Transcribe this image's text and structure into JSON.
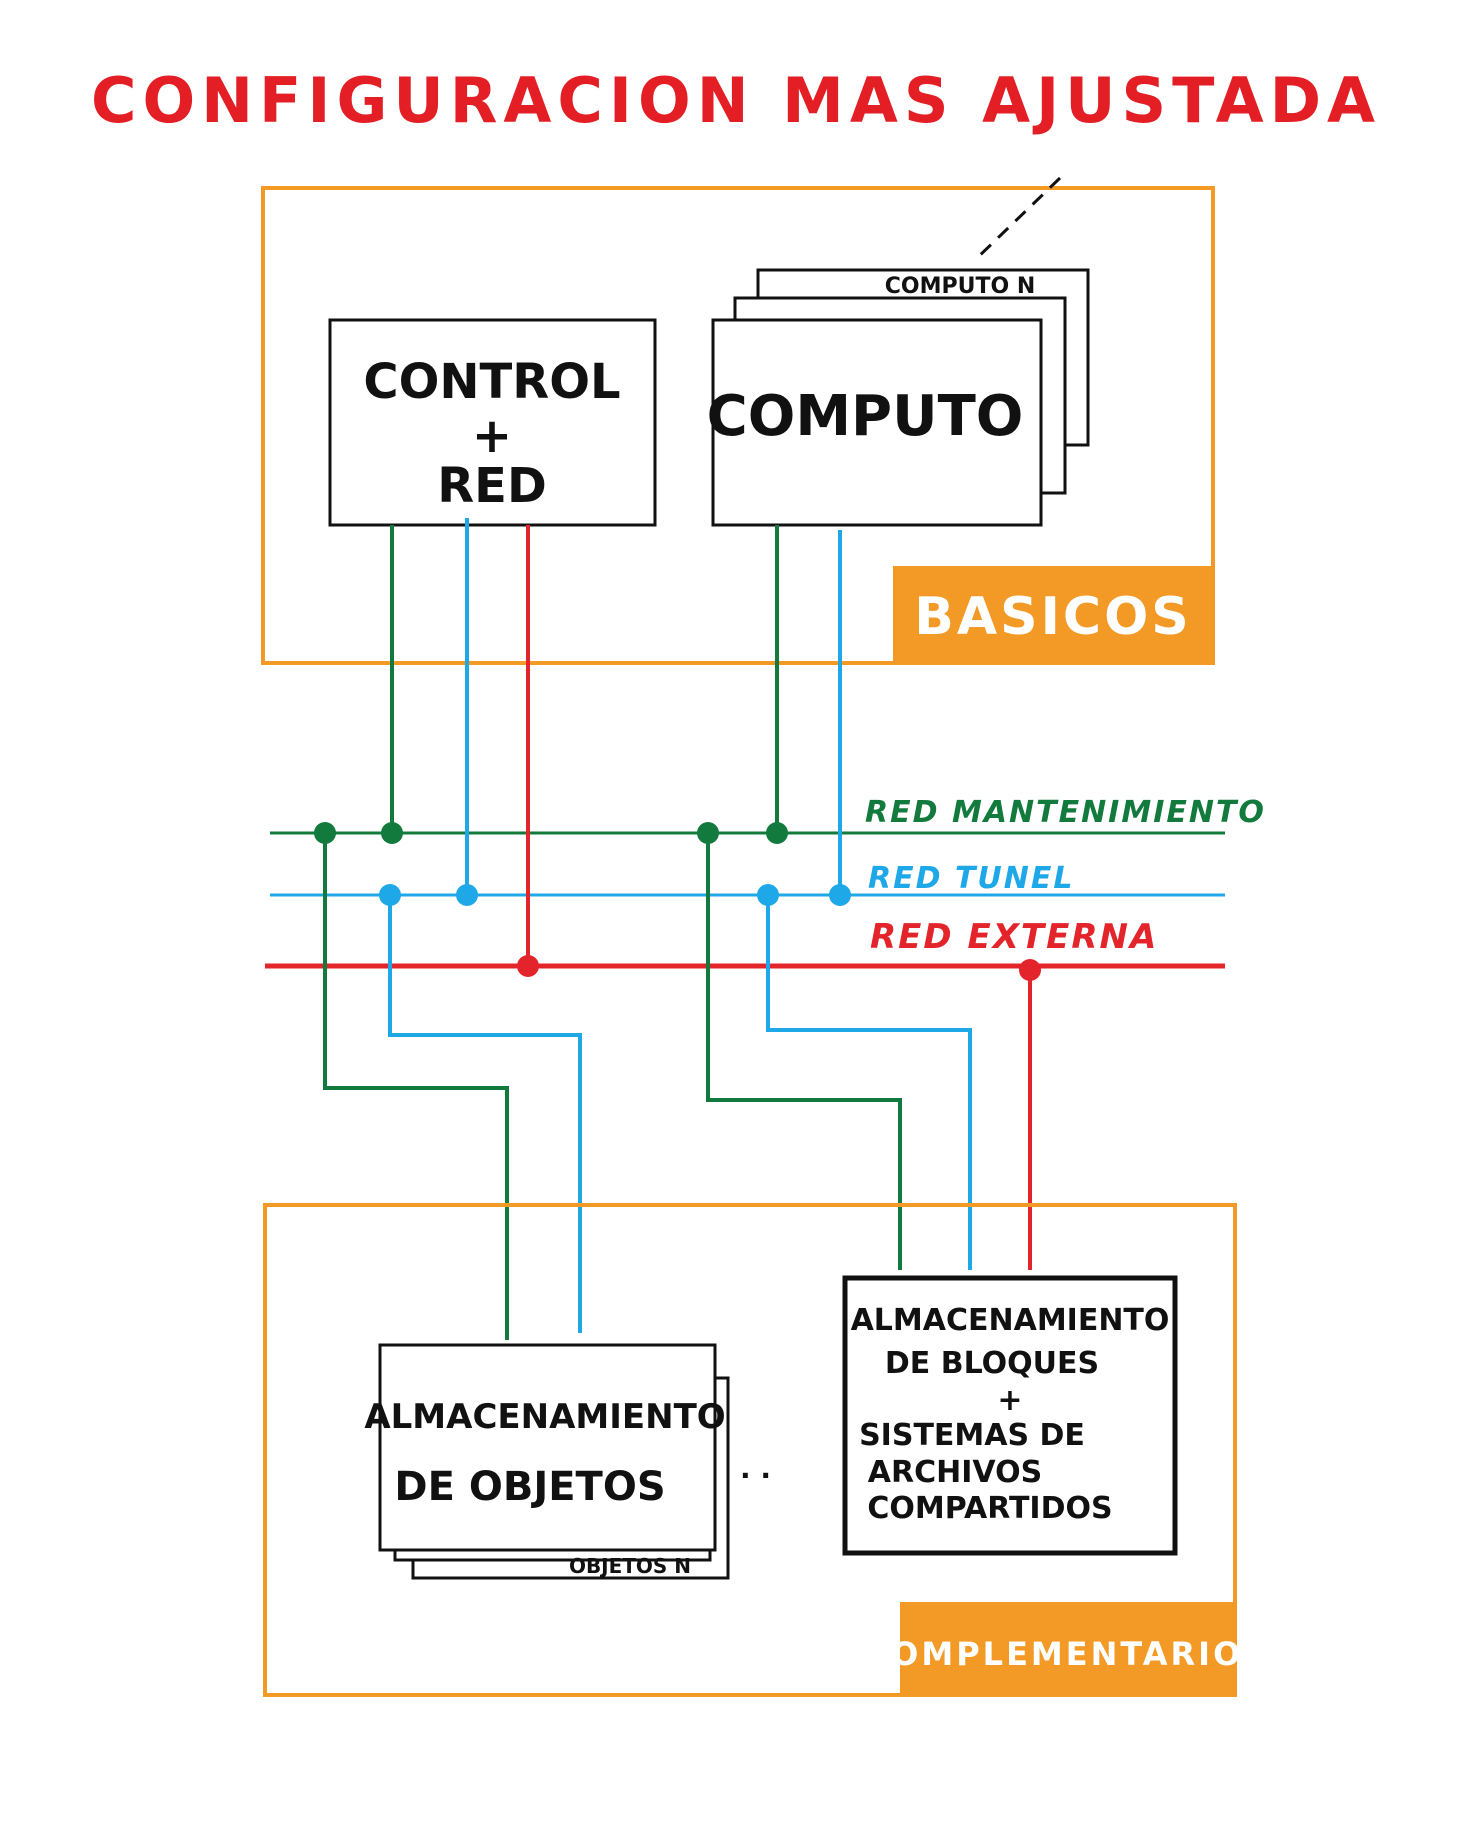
{
  "title": "CONFIGURACION MAS AJUSTADA",
  "colors": {
    "title": "#e31e24",
    "group_border": "#f39a26",
    "group_label_bg": "#f39a26",
    "net_maintenance": "#127a3c",
    "net_tunnel": "#1fa8e8",
    "net_external": "#e3242b",
    "box_border": "#111111"
  },
  "groups": {
    "basic": {
      "label": "BASICOS"
    },
    "complementary": {
      "label": "COMPLEMENTARIOS"
    }
  },
  "nodes": {
    "control": {
      "line1": "CONTROL",
      "line2": "+",
      "line3": "RED"
    },
    "compute": {
      "label": "COMPUTO",
      "stack_label": "COMPUTO N"
    },
    "object_storage": {
      "line1": "ALMACENAMIENTO",
      "line2": "DE OBJETOS",
      "stack_label": "OBJETOS N"
    },
    "block_storage": {
      "line1": "ALMACENAMIENTO",
      "line2": "DE BLOQUES",
      "line3": "+",
      "line4": "SISTEMAS DE",
      "line5": "ARCHIVOS",
      "line6": "COMPARTIDOS"
    }
  },
  "networks": {
    "maintenance": {
      "label": "RED MANTENIMIENTO"
    },
    "tunnel": {
      "label": "RED TUNEL"
    },
    "external": {
      "label": "RED EXTERNA"
    }
  }
}
